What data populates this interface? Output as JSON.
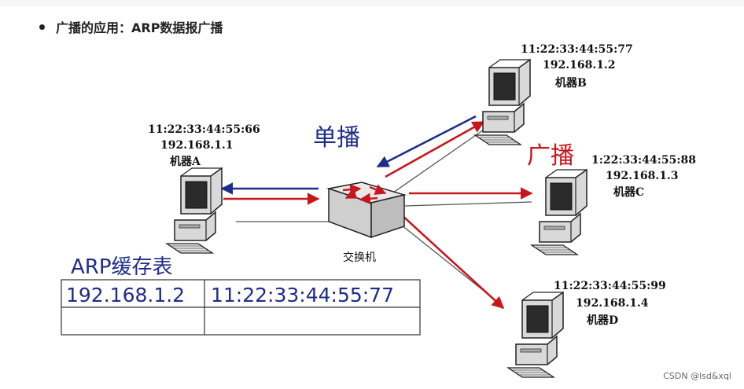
{
  "header": {
    "bullet_text": "广播的应用：ARP数据报广播"
  },
  "machines": {
    "A": {
      "mac": "11:22:33:44:55:66",
      "ip": "192.168.1.1",
      "name": "机器A"
    },
    "B": {
      "mac": "11:22:33:44:55:77",
      "ip": "192.168.1.2",
      "name": "机器B"
    },
    "C": {
      "mac": "1:22:33:44:55:88",
      "ip": "192.168.1.3",
      "name": "机器C"
    },
    "D": {
      "mac": "11:22:33:44:55:99",
      "ip": "192.168.1.4",
      "name": "机器D"
    }
  },
  "switch": {
    "label": "交换机"
  },
  "labels": {
    "unicast": "单播",
    "broadcast": "广播"
  },
  "arp_table": {
    "title": "ARP缓存表",
    "rows": [
      [
        "192.168.1.2",
        "11:22:33:44:55:77"
      ],
      [
        "",
        ""
      ]
    ]
  },
  "colors": {
    "unicast": "#1f2d8a",
    "broadcast": "#c8161d"
  },
  "watermark": "CSDN @lsd&xql"
}
